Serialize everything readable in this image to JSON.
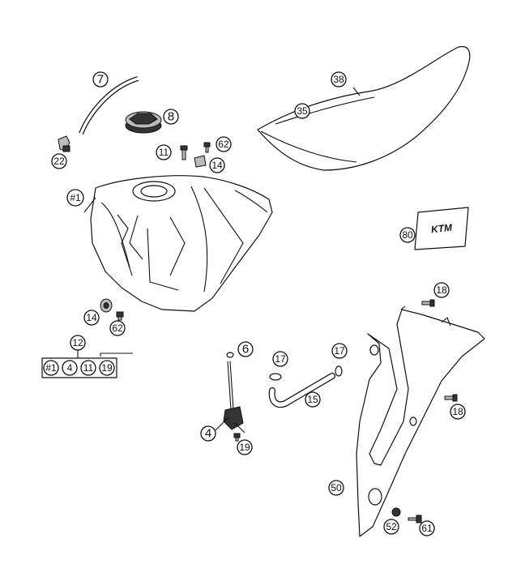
{
  "callouts": {
    "c7": "7",
    "c8": "8",
    "c22": "22",
    "c11": "11",
    "c62a": "62",
    "c14a": "14",
    "c1": "#1",
    "c38": "38",
    "c35": "35",
    "c80": "80",
    "c14b": "14",
    "c62b": "62",
    "c12": "12",
    "kit": [
      "#1",
      "4",
      "11",
      "19"
    ],
    "c6": "6",
    "c4": "4",
    "c19": "19",
    "c17a": "17",
    "c17b": "17",
    "c15": "15",
    "c18a": "18",
    "c18b": "18",
    "c50": "50",
    "c52": "52",
    "c61": "61"
  },
  "decal": {
    "brand": "KTM"
  }
}
